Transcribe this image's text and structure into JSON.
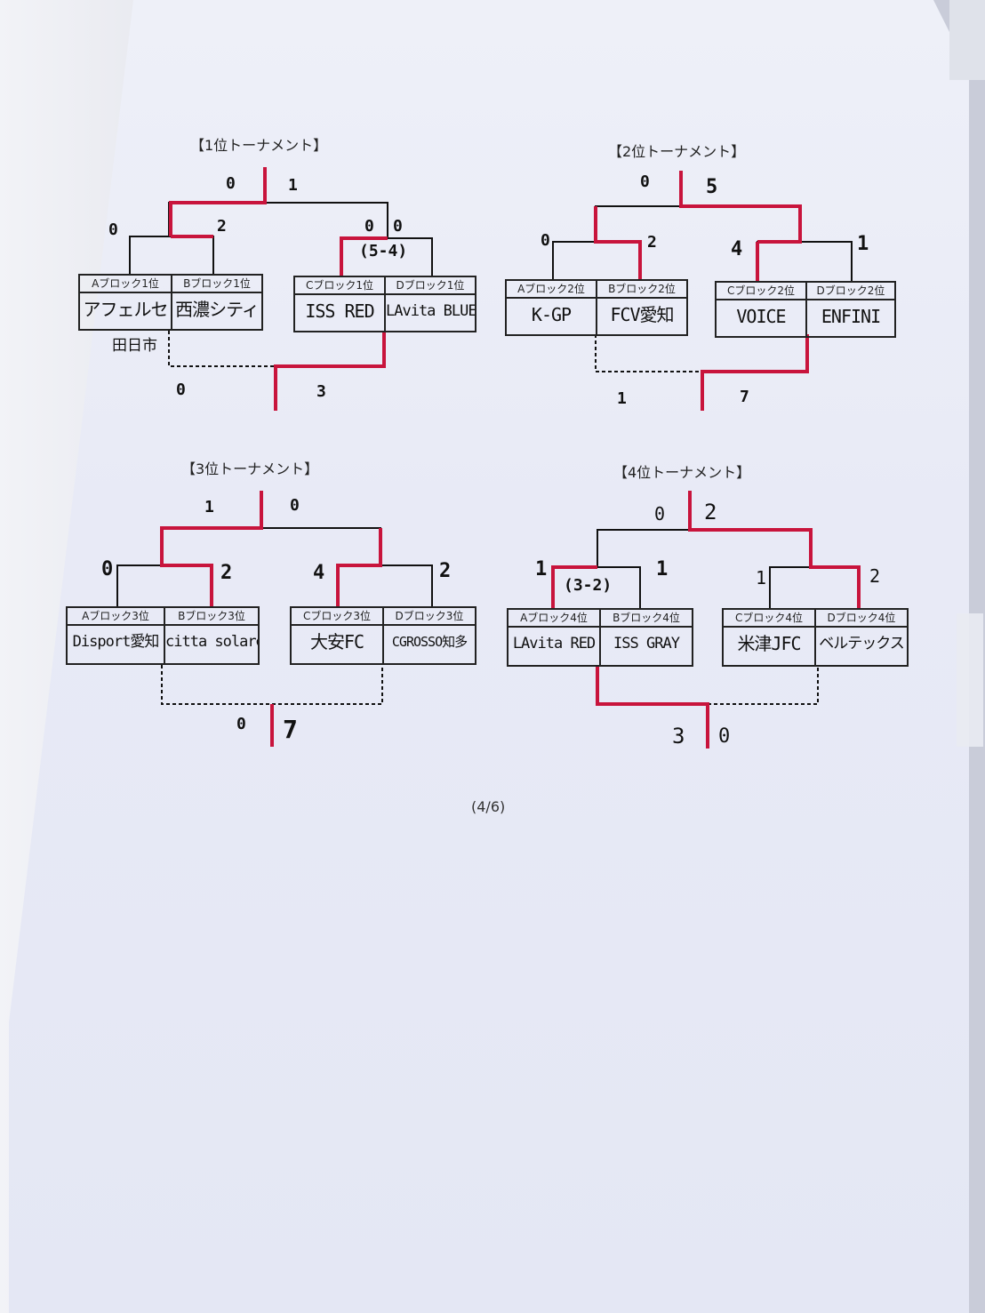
{
  "page_number": "(4/6)",
  "colors": {
    "winner_line": "#c8143c",
    "ink": "#111111",
    "paper": "#e9ebf6"
  },
  "tournaments": [
    {
      "title": "【1位トーナメント】",
      "headers": [
        "Aブロック1位",
        "Bブロック1位",
        "Cブロック1位",
        "Dブロック1位"
      ],
      "teams": [
        "アフェルセ",
        "西濃シティ",
        "ISS RED",
        "LAvita BLUE"
      ],
      "team_note": "田日市",
      "scores": {
        "final_left": "0",
        "final_right": "1",
        "semi1_left": "0",
        "semi1_right": "2",
        "semi2_left": "0",
        "semi2_right": "0",
        "semi2_pk": "(5-4)",
        "third_left": "0",
        "third_right": "3"
      }
    },
    {
      "title": "【2位トーナメント】",
      "headers": [
        "Aブロック2位",
        "Bブロック2位",
        "Cブロック2位",
        "Dブロック2位"
      ],
      "teams": [
        "K-GP",
        "FCV愛知",
        "VOICE",
        "ENFINI"
      ],
      "scores": {
        "final_left": "0",
        "final_right": "5",
        "semi1_left": "0",
        "semi1_right": "2",
        "semi2_left": "4",
        "semi2_right": "1",
        "third_left": "1",
        "third_right": "7"
      }
    },
    {
      "title": "【3位トーナメント】",
      "headers": [
        "Aブロック3位",
        "Bブロック3位",
        "Cブロック3位",
        "Dブロック3位"
      ],
      "teams": [
        "Disport愛知",
        "citta solare",
        "大安FC",
        "CGROSSO知多"
      ],
      "scores": {
        "final_left": "1",
        "final_right": "0",
        "semi1_left": "0",
        "semi1_right": "2",
        "semi2_left": "4",
        "semi2_right": "2",
        "third_left": "0",
        "third_right": "7"
      }
    },
    {
      "title": "【4位トーナメント】",
      "headers": [
        "Aブロック4位",
        "Bブロック4位",
        "Cブロック4位",
        "Dブロック4位"
      ],
      "teams": [
        "LAvita RED",
        "ISS GRAY",
        "米津JFC",
        "ベルテックス"
      ],
      "scores": {
        "final_left": "0",
        "final_right": "2",
        "semi1_left": "1",
        "semi1_right": "1",
        "semi1_pk": "(3-2)",
        "semi2_left": "1",
        "semi2_right": "2",
        "third_left": "3",
        "third_right": "0"
      }
    }
  ]
}
